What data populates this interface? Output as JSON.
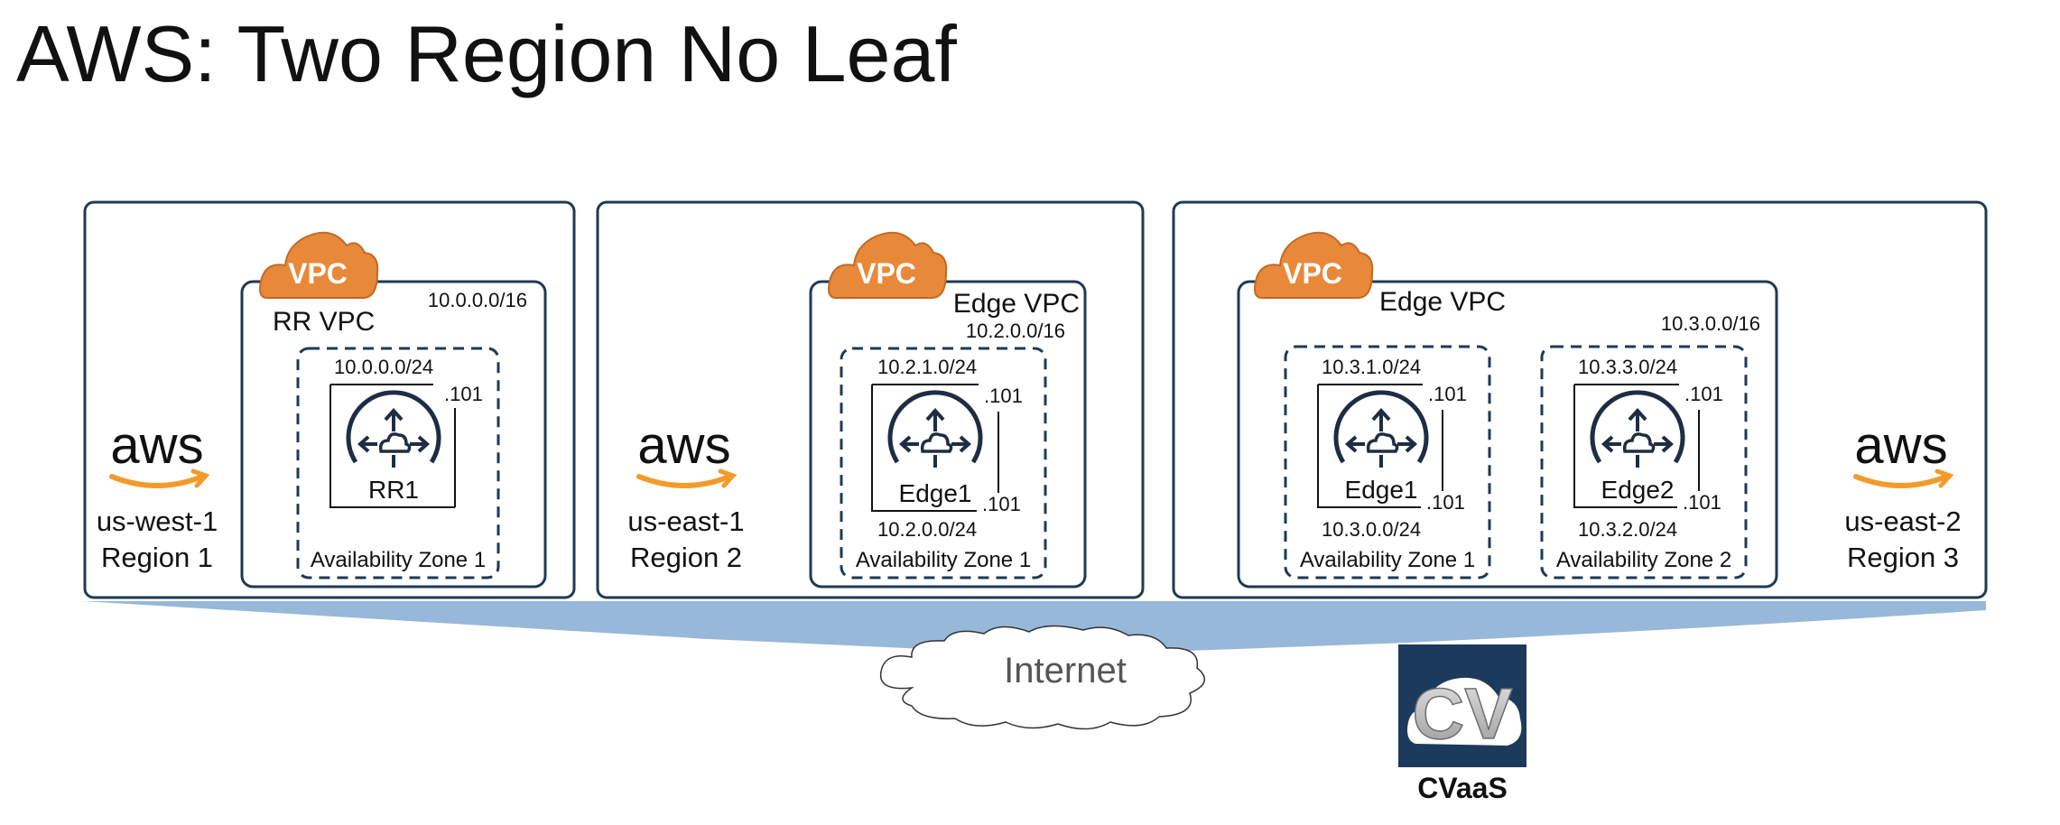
{
  "title": "AWS: Two Region No Leaf",
  "colors": {
    "border": "#1e3a55",
    "vpc_badge": "#e8893a",
    "aws_orange": "#f29b2a",
    "backbone": "#97b8d8",
    "cvaas_bg": "#1c3a5c",
    "router_icon": "#1e2d44"
  },
  "regions": [
    {
      "aws_logo": "aws",
      "region_name": "us-west-1",
      "region_label": "Region 1",
      "vpc": {
        "badge": "VPC",
        "name": "RR VPC",
        "cidr": "10.0.0.0/16",
        "zones": [
          {
            "label": "Availability Zone 1",
            "subnet_top": "10.0.0.0/24",
            "subnet_bottom": "",
            "host_top": ".101",
            "host_bottom": "",
            "router": {
              "name": "RR1",
              "icon": "router-icon"
            }
          }
        ]
      }
    },
    {
      "aws_logo": "aws",
      "region_name": "us-east-1",
      "region_label": "Region 2",
      "vpc": {
        "badge": "VPC",
        "name": "Edge VPC",
        "cidr": "10.2.0.0/16",
        "zones": [
          {
            "label": "Availability Zone 1",
            "subnet_top": "10.2.1.0/24",
            "subnet_bottom": "10.2.0.0/24",
            "host_top": ".101",
            "host_bottom": ".101",
            "router": {
              "name": "Edge1",
              "icon": "router-icon"
            }
          }
        ]
      }
    },
    {
      "aws_logo": "aws",
      "region_name": "us-east-2",
      "region_label": "Region 3",
      "vpc": {
        "badge": "VPC",
        "name": "Edge VPC",
        "cidr": "10.3.0.0/16",
        "zones": [
          {
            "label": "Availability Zone 1",
            "subnet_top": "10.3.1.0/24",
            "subnet_bottom": "10.3.0.0/24",
            "host_top": ".101",
            "host_bottom": ".101",
            "router": {
              "name": "Edge1",
              "icon": "router-icon"
            }
          },
          {
            "label": "Availability Zone 2",
            "subnet_top": "10.3.3.0/24",
            "subnet_bottom": "10.3.2.0/24",
            "host_top": ".101",
            "host_bottom": ".101",
            "router": {
              "name": "Edge2",
              "icon": "router-icon"
            }
          }
        ]
      }
    }
  ],
  "internet": {
    "label": "Internet",
    "icon": "cloud-icon"
  },
  "cvaas": {
    "logo": "CV",
    "label": "CVaaS"
  }
}
